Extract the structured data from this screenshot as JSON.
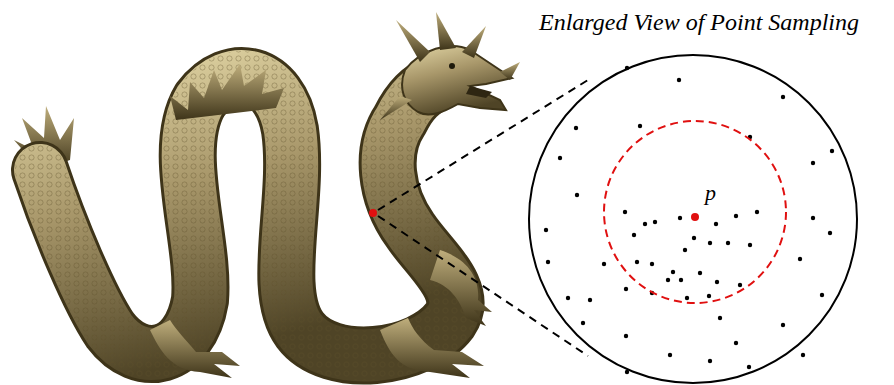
{
  "diagram": {
    "nodes": [
      {
        "text": [
          "Enlarged View of Point Sampling"
        ]
      },
      {
        "text": [
          "p"
        ],
        "in": 0
      }
    ]
  }
}
